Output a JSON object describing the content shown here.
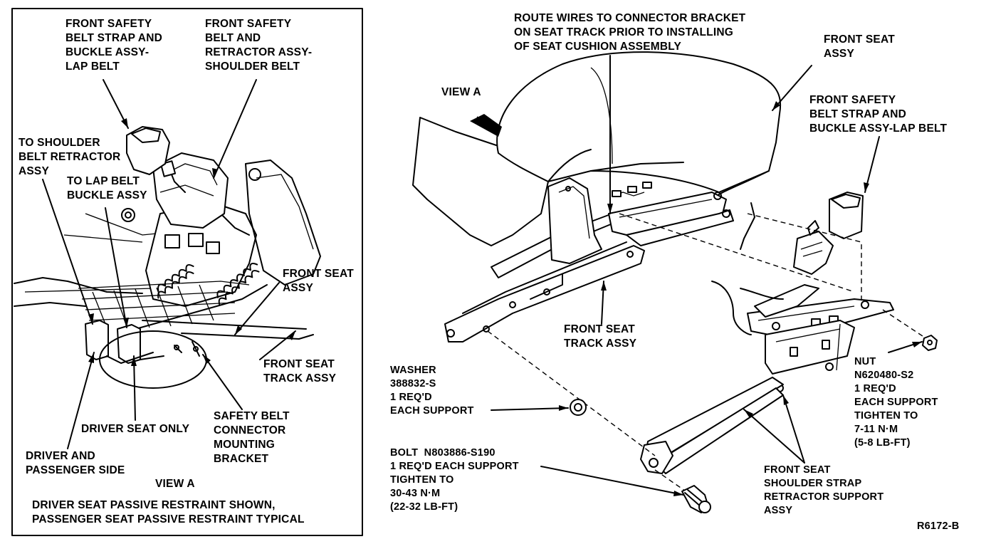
{
  "left_panel": {
    "callouts": {
      "belt_strap_buckle": "FRONT SAFETY\nBELT STRAP AND\nBUCKLE ASSY-\nLAP BELT",
      "belt_retractor": "FRONT SAFETY\nBELT AND\nRETRACTOR ASSY-\nSHOULDER BELT",
      "to_shoulder_retractor": "TO SHOULDER\nBELT RETRACTOR\nASSY",
      "to_lap_buckle": "TO LAP BELT\nBUCKLE ASSY",
      "front_seat_assy": "FRONT SEAT\nASSY",
      "front_seat_track_assy": "FRONT SEAT\nTRACK ASSY",
      "safety_belt_connector": "SAFETY BELT\nCONNECTOR\nMOUNTING\nBRACKET",
      "driver_seat_only": "DRIVER SEAT ONLY",
      "driver_passenger_side": "DRIVER AND\nPASSENGER SIDE"
    },
    "view_label": "VIEW A",
    "caption_line1": "DRIVER SEAT PASSIVE RESTRAINT SHOWN,",
    "caption_line2": "PASSENGER SEAT PASSIVE RESTRAINT TYPICAL"
  },
  "right_panel": {
    "callouts": {
      "route_wires": "ROUTE WIRES TO CONNECTOR BRACKET\nON SEAT TRACK PRIOR TO INSTALLING\nOF SEAT CUSHION ASSEMBLY",
      "front_seat_assy": "FRONT SEAT\nASSY",
      "view_a": "VIEW A",
      "belt_strap_buckle": "FRONT SAFETY\nBELT STRAP AND\nBUCKLE ASSY-LAP BELT",
      "front_seat_track": "FRONT SEAT\nTRACK ASSY",
      "washer": "WASHER\n388832-S\n1 REQ'D\nEACH SUPPORT",
      "bolt": "BOLT  N803886-S190\n1 REQ'D EACH SUPPORT\nTIGHTEN TO\n30-43 N·m\n(22-32 LB-FT)",
      "nut": "NUT\nN620480-S2\n1 REQ'D\nEACH SUPPORT\nTIGHTEN TO\n7-11 N·m\n(5-8 LB-FT)",
      "shoulder_strap": "FRONT SEAT\nSHOULDER STRAP\nRETRACTOR SUPPORT\nASSY"
    },
    "figure_code": "R6172-B"
  }
}
